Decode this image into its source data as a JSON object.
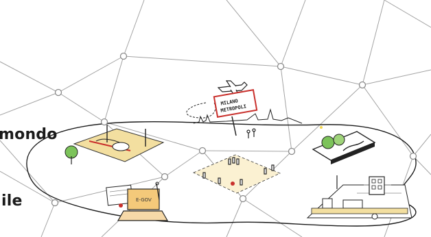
{
  "left_text": {
    "line_1": "mondo",
    "line_2": "ile"
  },
  "illustration": {
    "sign_line_1": "MILANO",
    "sign_line_2": "METROPOLI",
    "laptop_label": "E-GOV"
  },
  "colors": {
    "line": "#9a9a9a",
    "node_stroke": "#8a8a8a",
    "ink": "#1a1a1a",
    "sign_red": "#c9302c",
    "field_yellow": "#f3dfa0",
    "tree_green": "#7cc35a",
    "laptop_fill": "#f6d9a8",
    "laptop_screen": "#f4c97a"
  }
}
